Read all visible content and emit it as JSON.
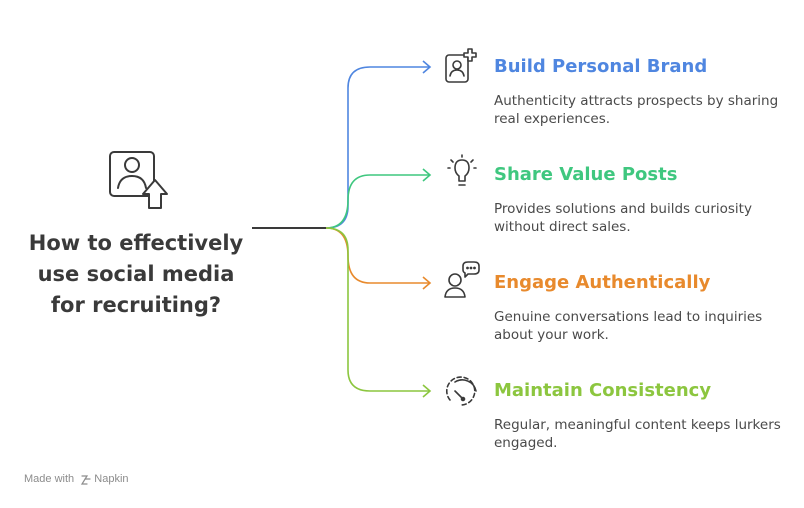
{
  "question": "How to effectively use social media for recruiting?",
  "branches": [
    {
      "title": "Build Personal Brand",
      "description": "Authenticity attracts prospects by sharing real experiences.",
      "color": "#4f86e0",
      "icon": "profile-plus-icon"
    },
    {
      "title": "Share Value Posts",
      "description": "Provides solutions and builds curiosity without direct sales.",
      "color": "#3fc77f",
      "icon": "lightbulb-icon"
    },
    {
      "title": "Engage Authentically",
      "description": "Genuine conversations lead to inquiries about your work.",
      "color": "#e88a2d",
      "icon": "chat-person-icon"
    },
    {
      "title": "Maintain Consistency",
      "description": "Regular, meaningful content keeps lurkers engaged.",
      "color": "#8cc63f",
      "icon": "clock-icon"
    }
  ],
  "footer": {
    "made_with": "Made with",
    "brand": "Napkin"
  }
}
